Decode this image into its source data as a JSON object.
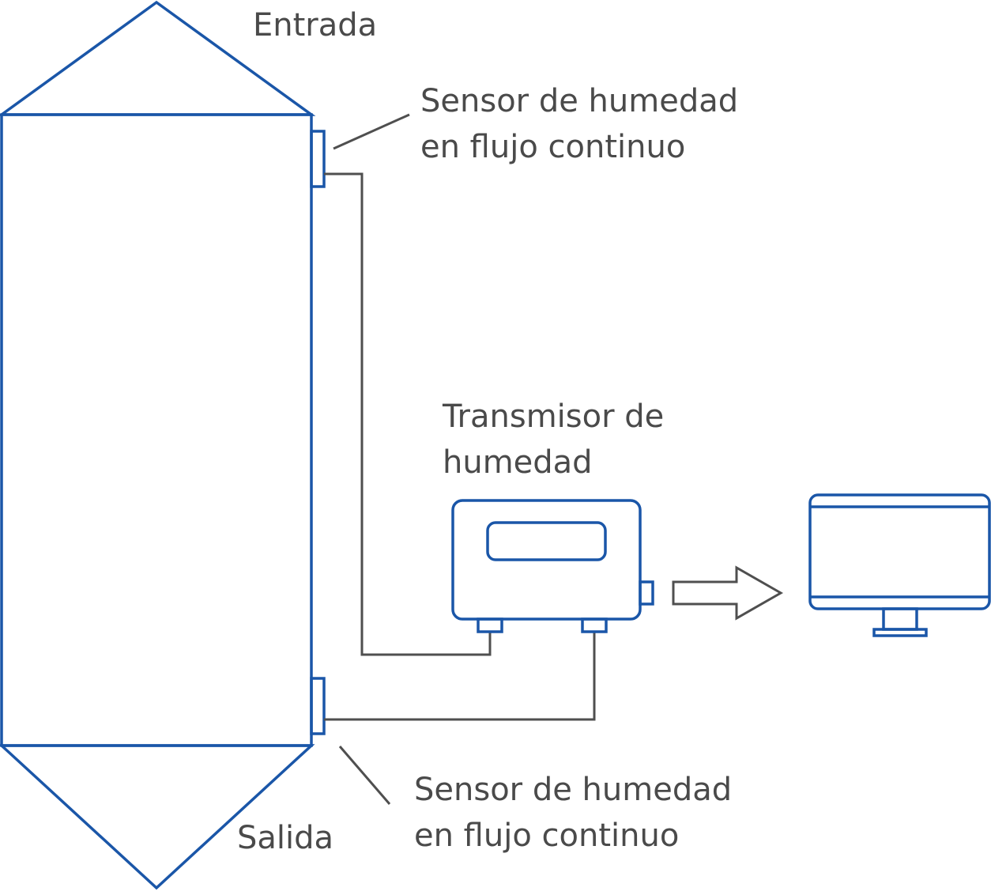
{
  "labels": {
    "inlet": "Entrada",
    "outlet": "Salida",
    "sensor_top": [
      "Sensor de humedad",
      "en flujo continuo"
    ],
    "sensor_bottom": [
      "Sensor de humedad",
      "en flujo continuo"
    ],
    "transmitter": [
      "Transmisor de",
      "humedad"
    ]
  },
  "colors": {
    "equipment": "#1a56a8",
    "wiring": "#4f4f4f",
    "text": "#4a4a4a"
  },
  "icons": {
    "vessel": "process-vessel-icon",
    "transmitter": "transmitter-box-icon",
    "monitor": "computer-monitor-icon",
    "arrow": "data-flow-arrow-icon"
  }
}
